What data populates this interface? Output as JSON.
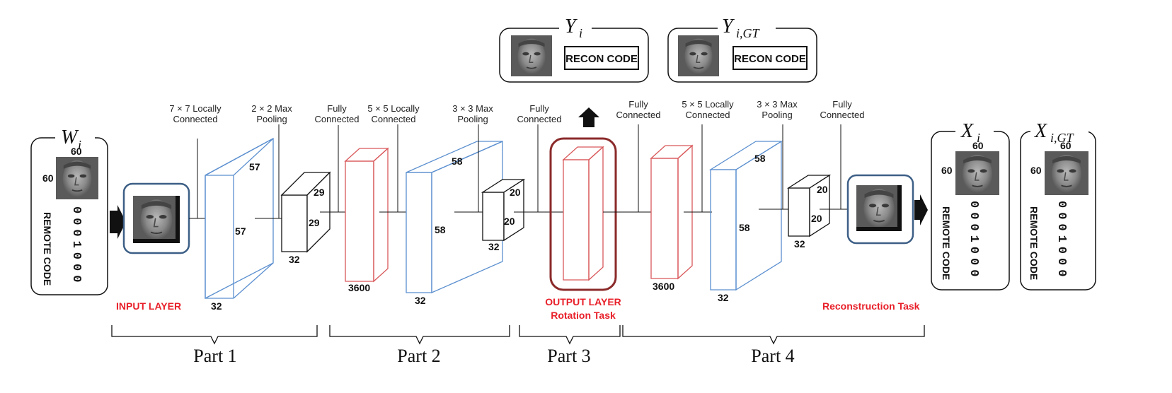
{
  "colors": {
    "blue": "#5b8fcf",
    "red": "#d9585a",
    "dark_red": "#8b2a2a",
    "frame_blue": "#3d5f86",
    "label_red": "#e8202a"
  },
  "labels": {
    "lc7": [
      "7 × 7 Locally",
      "Connected"
    ],
    "mp2": [
      "2 × 2 Max",
      "Pooling"
    ],
    "fc1": [
      "Fully",
      "Connected"
    ],
    "lc5a": [
      "5 × 5 Locally",
      "Connected"
    ],
    "mp3a": [
      "3 × 3 Max",
      "Pooling"
    ],
    "fc2": [
      "Fully",
      "Connected"
    ],
    "fc3": [
      "Fully",
      "Connected"
    ],
    "lc5b": [
      "5 × 5 Locally",
      "Connected"
    ],
    "mp3b": [
      "3 × 3 Max",
      "Pooling"
    ],
    "fc4": [
      "Fully",
      "Connected"
    ]
  },
  "dims": {
    "b1_57a": "57",
    "b1_57b": "57",
    "b1_32": "32",
    "c1_29a": "29",
    "c1_29b": "29",
    "c1_32": "32",
    "r1_3600": "3600",
    "b2_58a": "58",
    "b2_58b": "58",
    "b2_32": "32",
    "c2_20a": "20",
    "c2_20b": "20",
    "c2_32": "32",
    "r2_3600": "3600",
    "b3_58a": "58",
    "b3_58b": "58",
    "b3_32": "32",
    "c3_20a": "20",
    "c3_20b": "20",
    "c3_32": "32"
  },
  "inputs": {
    "w": {
      "symbol": "W",
      "sub": "i",
      "size_top": "60",
      "size_left": "60",
      "code_label": "REMOTE CODE",
      "bits": "0001000"
    },
    "x": {
      "symbol": "X",
      "sub": "i",
      "size_top": "60",
      "size_left": "60",
      "code_label": "REMOTE CODE",
      "bits": "0001000"
    },
    "xgt": {
      "symbol": "X",
      "sub": "i,GT",
      "size_top": "60",
      "size_left": "60",
      "code_label": "REMOTE CODE",
      "bits": "0001000"
    }
  },
  "outputs": {
    "y": {
      "symbol": "Y",
      "sub": "i",
      "code": "RECON CODE"
    },
    "ygt": {
      "symbol": "Y",
      "sub": "i,GT",
      "code": "RECON CODE"
    }
  },
  "annotations": {
    "input_layer": "INPUT LAYER",
    "output_layer": "OUTPUT LAYER",
    "rotation_task": "Rotation Task",
    "reconstruction_task": "Reconstruction Task"
  },
  "parts": [
    "Part 1",
    "Part 2",
    "Part 3",
    "Part 4"
  ]
}
